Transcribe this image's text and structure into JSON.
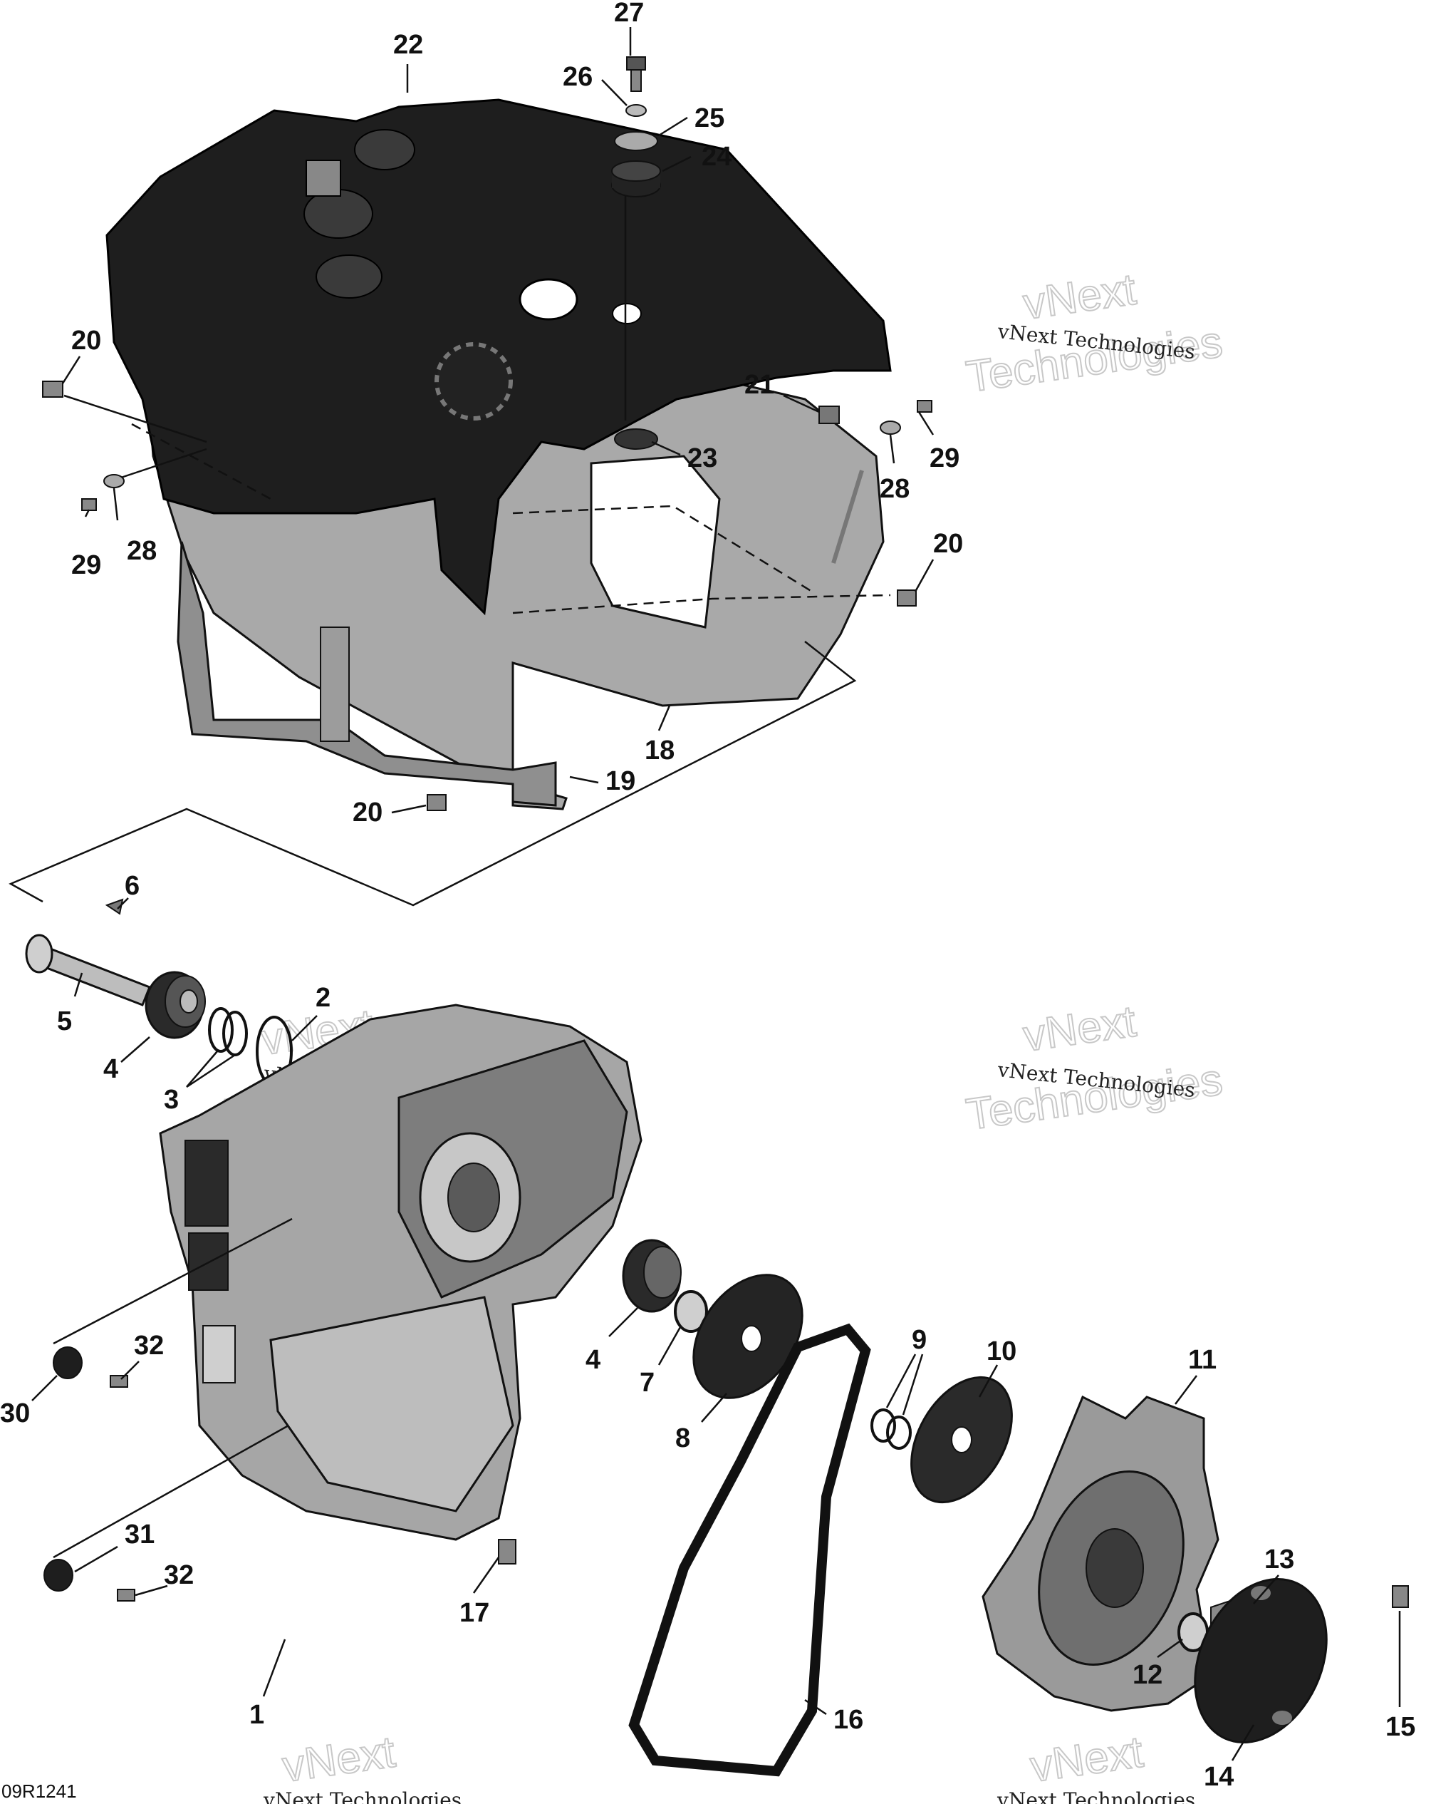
{
  "figure_code": "09R1241",
  "watermark": {
    "brand": "vNext",
    "sub": "Technologies",
    "full": "vNext Technologies"
  },
  "colors": {
    "cover": "#1e1e1e",
    "metal": "#a8a8a8",
    "metal_dark": "#6e6e6e",
    "line": "#111111"
  },
  "callouts": [
    {
      "id": "c27",
      "label": "27"
    },
    {
      "id": "c26",
      "label": "26"
    },
    {
      "id": "c25",
      "label": "25"
    },
    {
      "id": "c24",
      "label": "24"
    },
    {
      "id": "c22",
      "label": "22"
    },
    {
      "id": "c20a",
      "label": "20"
    },
    {
      "id": "c21",
      "label": "21"
    },
    {
      "id": "c23",
      "label": "23"
    },
    {
      "id": "c29a",
      "label": "29"
    },
    {
      "id": "c28a",
      "label": "28"
    },
    {
      "id": "c29b",
      "label": "29"
    },
    {
      "id": "c28b",
      "label": "28"
    },
    {
      "id": "c20b",
      "label": "20"
    },
    {
      "id": "c18",
      "label": "18"
    },
    {
      "id": "c19",
      "label": "19"
    },
    {
      "id": "c20c",
      "label": "20"
    },
    {
      "id": "c6",
      "label": "6"
    },
    {
      "id": "c5",
      "label": "5"
    },
    {
      "id": "c4a",
      "label": "4"
    },
    {
      "id": "c3",
      "label": "3"
    },
    {
      "id": "c2",
      "label": "2"
    },
    {
      "id": "c4b",
      "label": "4"
    },
    {
      "id": "c7",
      "label": "7"
    },
    {
      "id": "c8",
      "label": "8"
    },
    {
      "id": "c9",
      "label": "9"
    },
    {
      "id": "c10",
      "label": "10"
    },
    {
      "id": "c11",
      "label": "11"
    },
    {
      "id": "c32a",
      "label": "32"
    },
    {
      "id": "c30",
      "label": "30"
    },
    {
      "id": "c31",
      "label": "31"
    },
    {
      "id": "c32b",
      "label": "32"
    },
    {
      "id": "c17",
      "label": "17"
    },
    {
      "id": "c1",
      "label": "1"
    },
    {
      "id": "c16",
      "label": "16"
    },
    {
      "id": "c13",
      "label": "13"
    },
    {
      "id": "c12",
      "label": "12"
    },
    {
      "id": "c15",
      "label": "15"
    },
    {
      "id": "c14",
      "label": "14"
    }
  ]
}
